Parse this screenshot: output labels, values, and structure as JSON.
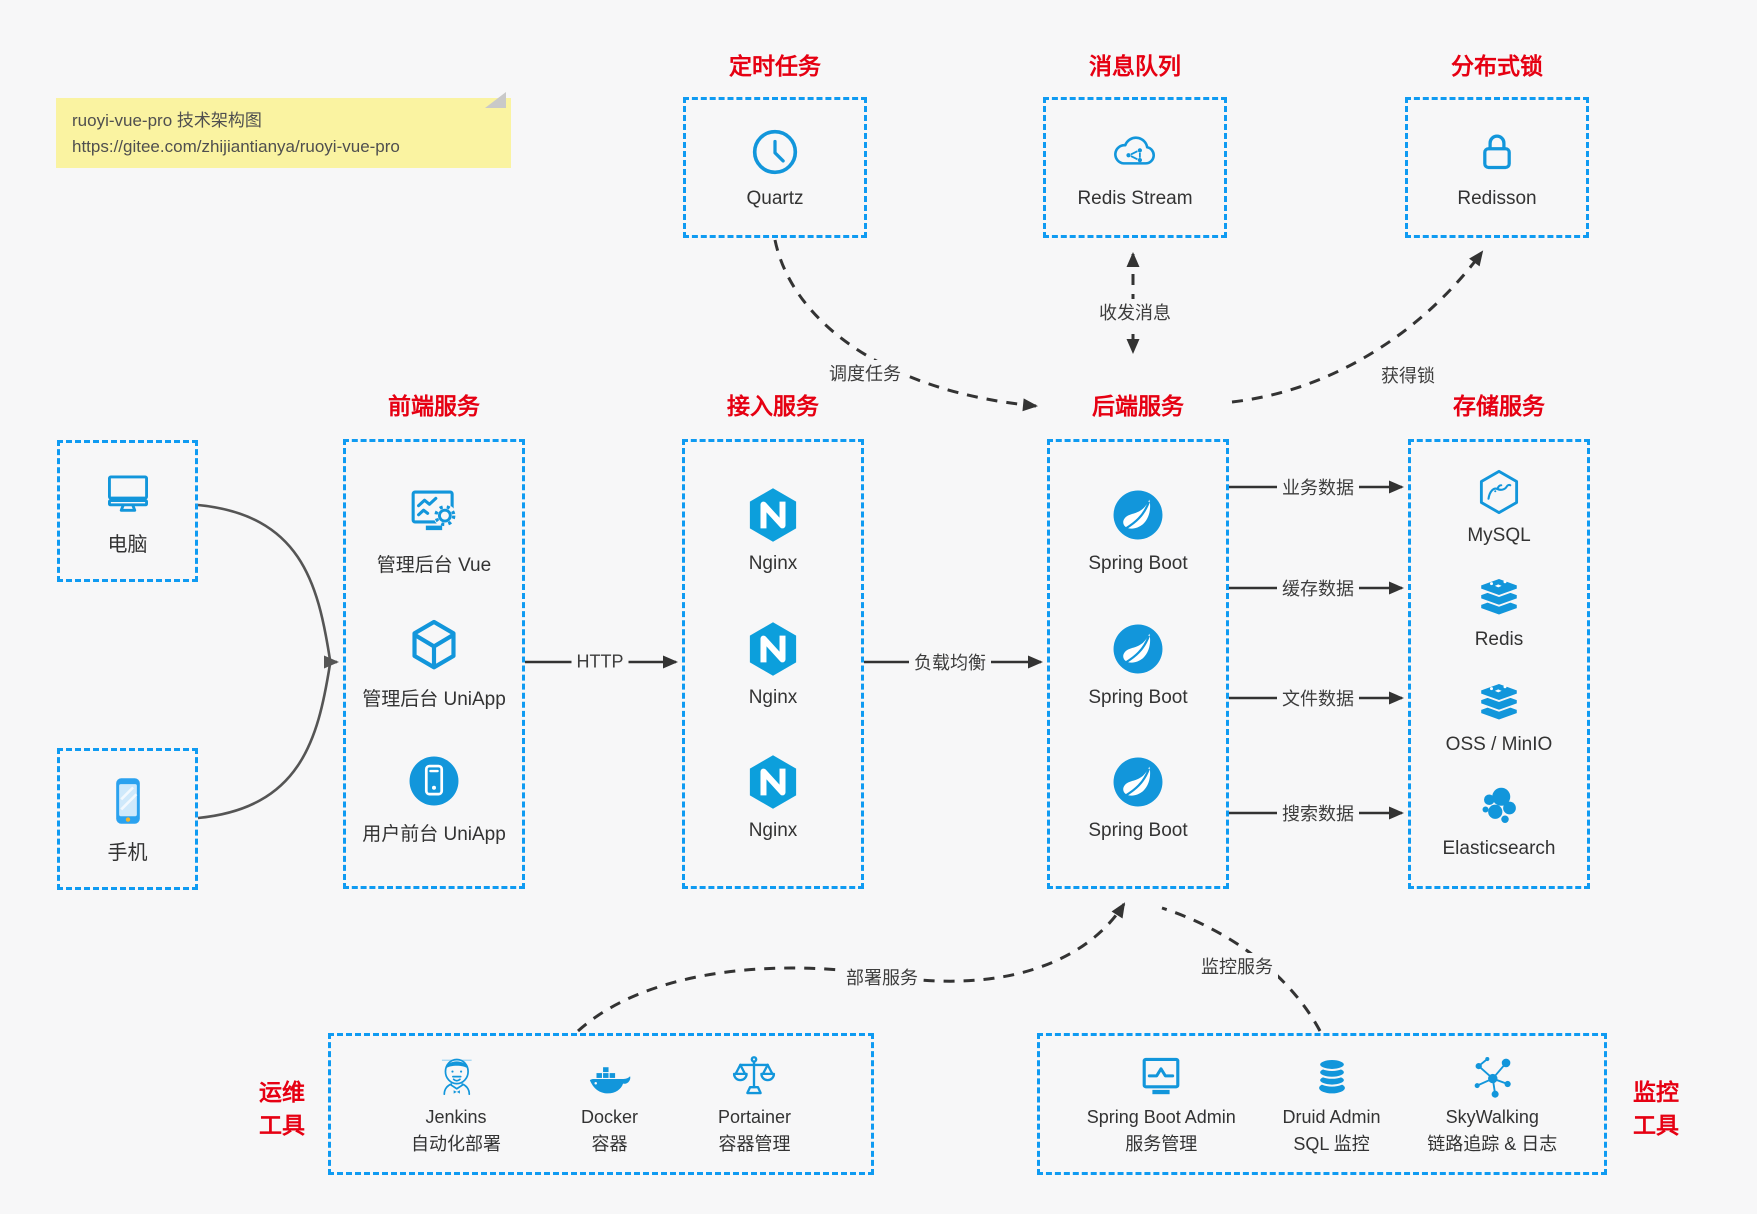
{
  "colors": {
    "background": "#f7f7f8",
    "box_dash_blue": "#0f9bf2",
    "title_red": "#e60012",
    "icon_blue": "#1296db",
    "line_dark": "#333333",
    "line_gray": "#555555",
    "note_yellow": "#faf3a1"
  },
  "note": {
    "line1": "ruoyi-vue-pro 技术架构图",
    "line2": "https://gitee.com/zhijiantianya/ruoyi-vue-pro"
  },
  "top_groups": [
    {
      "title": "定时任务",
      "item": {
        "icon": "clock-icon",
        "label": "Quartz"
      }
    },
    {
      "title": "消息队列",
      "item": {
        "icon": "cloud-network-icon",
        "label": "Redis Stream"
      }
    },
    {
      "title": "分布式锁",
      "item": {
        "icon": "lock-icon",
        "label": "Redisson"
      }
    }
  ],
  "clients": [
    {
      "icon": "desktop-icon",
      "label": "电脑"
    },
    {
      "icon": "smartphone-icon",
      "label": "手机"
    }
  ],
  "columns": [
    {
      "title": "前端服务",
      "items": [
        {
          "icon": "admin-vue-icon",
          "label": "管理后台 Vue"
        },
        {
          "icon": "uniapp-cube-icon",
          "label": "管理后台 UniApp"
        },
        {
          "icon": "user-app-icon",
          "label": "用户前台 UniApp"
        }
      ]
    },
    {
      "title": "接入服务",
      "items": [
        {
          "icon": "nginx-icon",
          "label": "Nginx"
        },
        {
          "icon": "nginx-icon",
          "label": "Nginx"
        },
        {
          "icon": "nginx-icon",
          "label": "Nginx"
        }
      ]
    },
    {
      "title": "后端服务",
      "items": [
        {
          "icon": "spring-boot-icon",
          "label": "Spring Boot"
        },
        {
          "icon": "spring-boot-icon",
          "label": "Spring Boot"
        },
        {
          "icon": "spring-boot-icon",
          "label": "Spring Boot"
        }
      ]
    },
    {
      "title": "存储服务",
      "items": [
        {
          "icon": "mysql-icon",
          "label": "MySQL"
        },
        {
          "icon": "redis-icon",
          "label": "Redis"
        },
        {
          "icon": "redis-icon",
          "label": "OSS / MinIO"
        },
        {
          "icon": "elasticsearch-icon",
          "label": "Elasticsearch"
        }
      ]
    }
  ],
  "bottom_groups": [
    {
      "title_line1": "运维",
      "title_line2": "工具",
      "items": [
        {
          "icon": "jenkins-icon",
          "name": "Jenkins",
          "desc": "自动化部署"
        },
        {
          "icon": "docker-icon",
          "name": "Docker",
          "desc": "容器"
        },
        {
          "icon": "portainer-icon",
          "name": "Portainer",
          "desc": "容器管理"
        }
      ]
    },
    {
      "title_line1": "监控",
      "title_line2": "工具",
      "items": [
        {
          "icon": "spring-boot-admin-icon",
          "name": "Spring Boot Admin",
          "desc": "服务管理"
        },
        {
          "icon": "druid-icon",
          "name": "Druid Admin",
          "desc": "SQL 监控"
        },
        {
          "icon": "skywalking-icon",
          "name": "SkyWalking",
          "desc": "链路追踪 & 日志"
        }
      ]
    }
  ],
  "edges": {
    "http": "HTTP",
    "load_balance": "负载均衡",
    "schedule": "调度任务",
    "message": "收发消息",
    "acquire_lock": "获得锁",
    "business_data": "业务数据",
    "cache_data": "缓存数据",
    "file_data": "文件数据",
    "search_data": "搜索数据",
    "deploy": "部署服务",
    "monitor": "监控服务"
  }
}
